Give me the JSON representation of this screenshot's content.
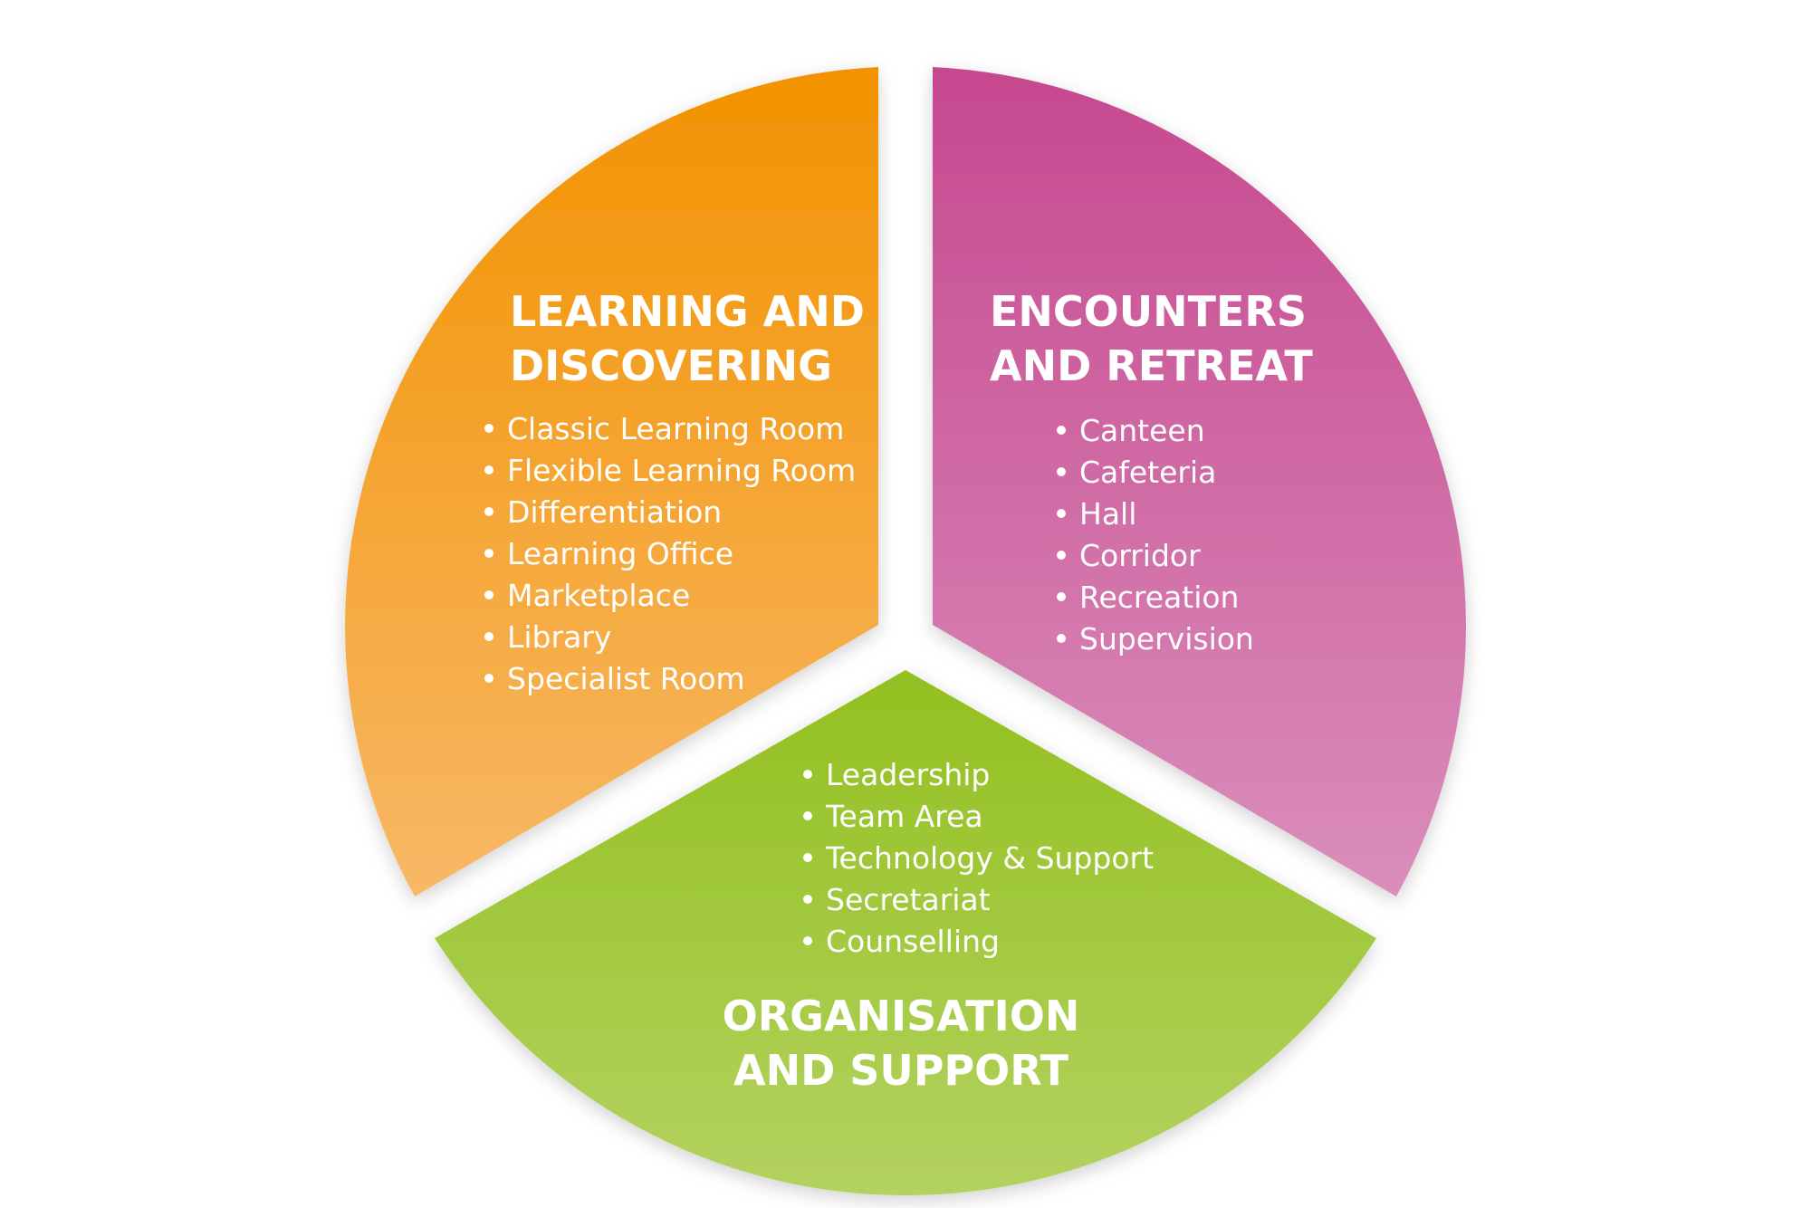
{
  "segments": [
    {
      "id": "learning",
      "title_lines": [
        "LEARNING AND",
        "DISCOVERING"
      ],
      "items": [
        "Classic Learning Room",
        "Flexible Learning Room",
        "Differentiation",
        "Learning Office",
        "Marketplace",
        "Library",
        "Specialist Room"
      ],
      "color_top": "#f29200",
      "color_bottom": "#f8b866"
    },
    {
      "id": "encounters",
      "title_lines": [
        "ENCOUNTERS",
        "AND RETREAT"
      ],
      "items": [
        "Canteen",
        "Cafeteria",
        "Hall",
        "Corridor",
        "Recreation",
        "Supervision"
      ],
      "color_top": "#c6488f",
      "color_bottom": "#da8ebb"
    },
    {
      "id": "organisation",
      "title_lines": [
        "ORGANISATION",
        "AND SUPPORT"
      ],
      "items": [
        "Leadership",
        "Team Area",
        "Technology & Support",
        "Secretariat",
        "Counselling"
      ],
      "color_top": "#92c01f",
      "color_bottom": "#b3d260"
    }
  ]
}
